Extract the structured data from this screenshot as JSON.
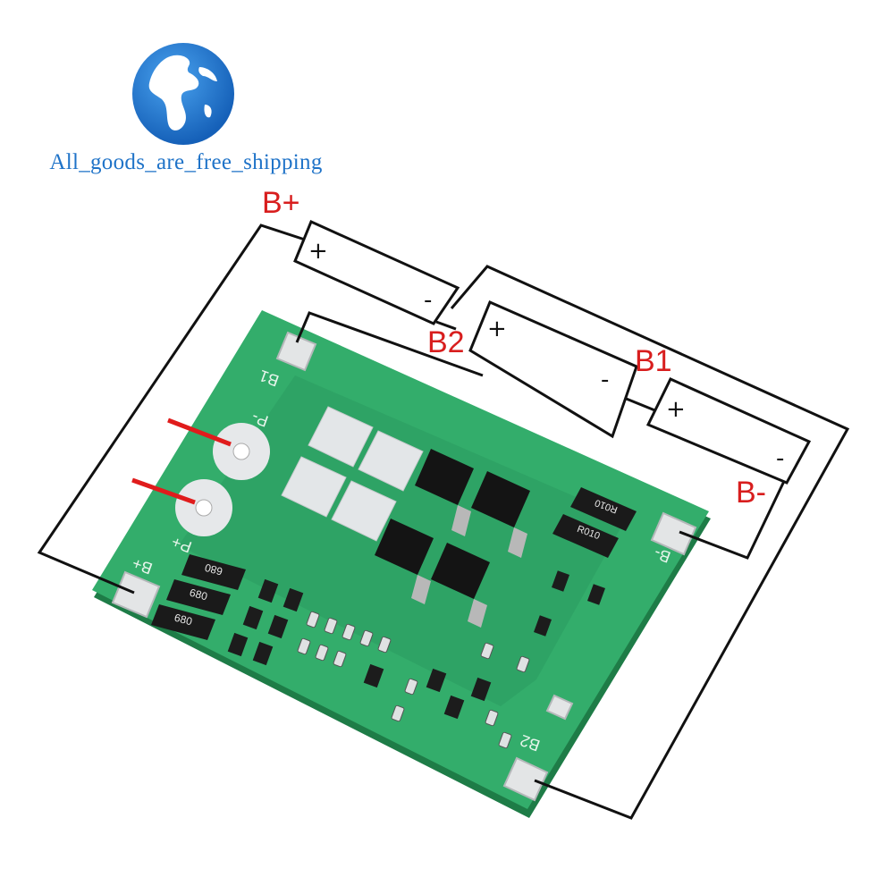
{
  "watermark": {
    "text": "All_goods_are_free_shipping",
    "accent_color": "#1f73c8",
    "icon": "globe-icon"
  },
  "wiring_labels": {
    "b_plus": "B+",
    "b2": "B2",
    "b1": "B1",
    "b_minus": "B-",
    "label_color": "#d81e1e"
  },
  "cells": [
    {
      "plus": "+",
      "minus": "-"
    },
    {
      "plus": "+",
      "minus": "-"
    },
    {
      "plus": "+",
      "minus": "-"
    }
  ],
  "board": {
    "pcb_color": "#2fa866",
    "silkscreen": {
      "b1": "B1",
      "b2": "B2",
      "b_plus": "B+",
      "b_minus": "B-",
      "p_plus": "P+",
      "p_minus": "P-"
    },
    "resistor_values": [
      "680",
      "680",
      "680"
    ],
    "shunt_values": [
      "R010",
      "R010"
    ]
  }
}
